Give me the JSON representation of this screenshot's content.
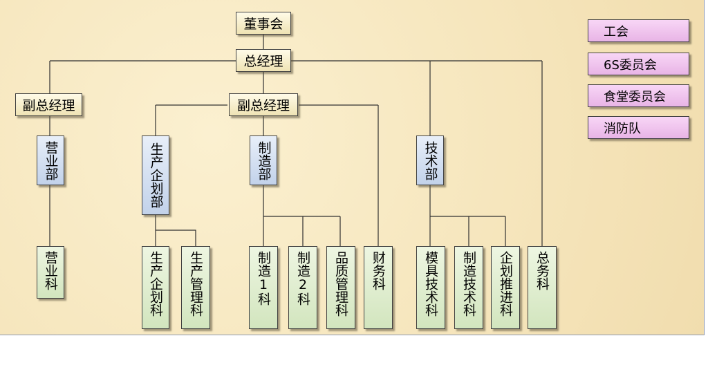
{
  "chart": {
    "board": "董事会",
    "general_manager": "总经理",
    "vp_left": "副总经理",
    "vp_center": "副总经理",
    "departments": {
      "sales": "营业部",
      "planning": "生产企划部",
      "manufacturing": "制造部",
      "technology": "技术部"
    },
    "sections": {
      "sales": "营业科",
      "production_planning": "生产企划科",
      "production_management": "生产管理科",
      "manufacturing_1": "制造1科",
      "manufacturing_2": "制造2科",
      "quality": "品质管理科",
      "finance": "财务科",
      "mold_tech": "模具技术科",
      "manufacturing_tech": "制造技术科",
      "planning_promotion": "企划推进科",
      "general_affairs": "总务科"
    },
    "committees": [
      "工会",
      "6S委员会",
      "食堂委员会",
      "消防队"
    ]
  },
  "colors": {
    "executive_box": "#f3e9c2",
    "department_box": "#cfdcf0",
    "section_box": "#dcebc9",
    "committee_box": "#eec3ec",
    "background": "#f6e6bd",
    "line": "#303030"
  }
}
